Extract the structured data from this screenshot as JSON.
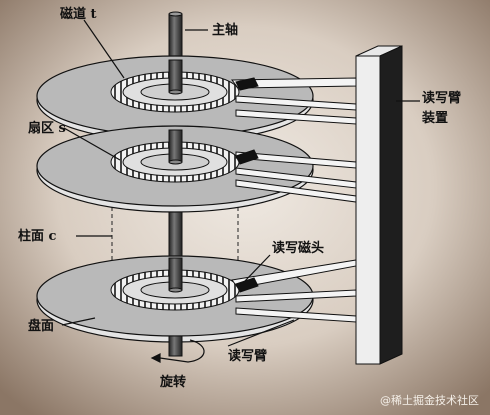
{
  "labels": {
    "track": "磁道 t",
    "spindle": "主轴",
    "sector": "扇区 s",
    "arm_assembly_line1": "读写臂",
    "arm_assembly_line2": "装置",
    "cylinder": "柱面 c",
    "head": "读写磁头",
    "surface": "盘面",
    "arm": "读写臂",
    "rotation": "旋转"
  },
  "watermark": "@稀土掘金技术社区",
  "colors": {
    "background": "#8a7a6c",
    "platter": "#b9b9b9",
    "ink": "#111111"
  }
}
